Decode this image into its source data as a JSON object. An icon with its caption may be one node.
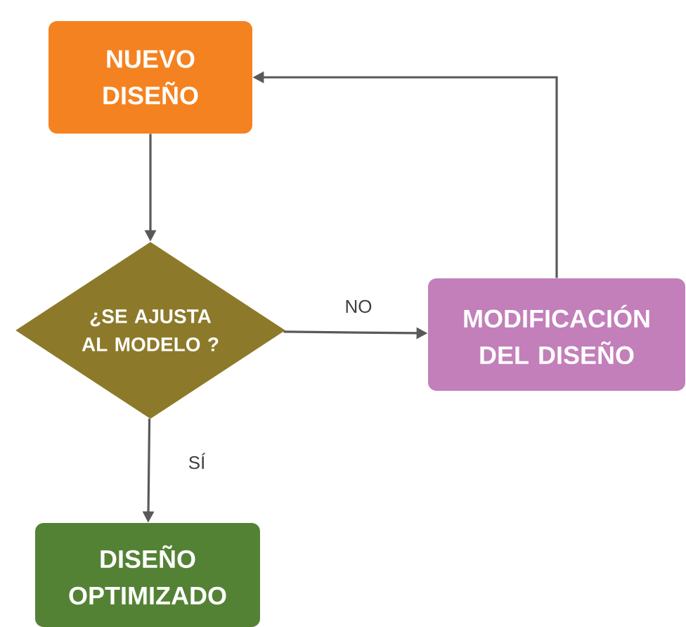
{
  "diagram": {
    "nodes": [
      {
        "text": [
          "NUEVO DISEÑO"
        ]
      },
      {
        "text": [
          "¿SE AJUSTA AL MODELO ?"
        ]
      },
      {
        "text": [
          "MODIFICACIÓN DEL DISEÑO"
        ]
      },
      {
        "text": [
          "DISEÑO OPTIMIZADO"
        ]
      }
    ],
    "edges": [
      {
        "from": 0,
        "to": 1,
        "arrow": "to"
      },
      {
        "from": 1,
        "to": 2,
        "arrow": "to",
        "label": "NO"
      },
      {
        "from": 2,
        "to": 0,
        "arrow": "to"
      },
      {
        "from": 1,
        "to": 3,
        "arrow": "to",
        "label": "SÍ"
      }
    ]
  }
}
